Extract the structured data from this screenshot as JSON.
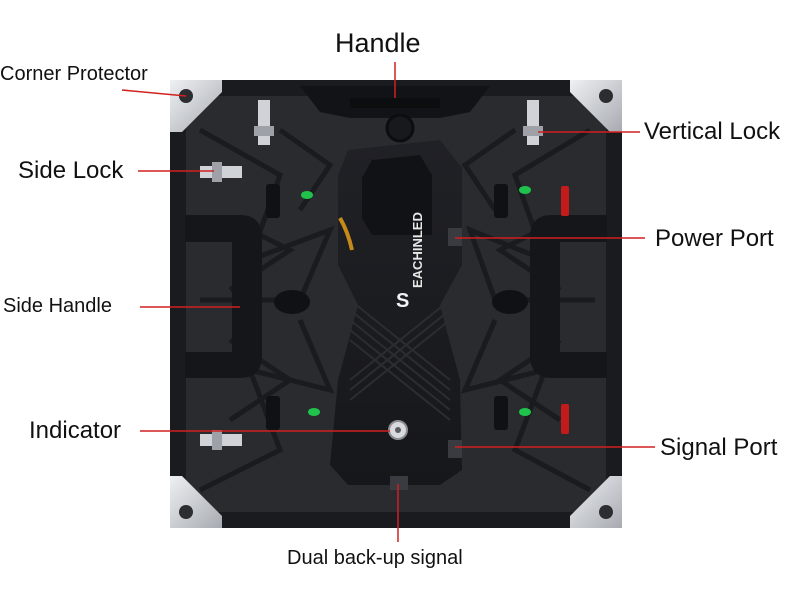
{
  "labels": {
    "handle": "Handle",
    "corner_protector": "Corner Protector",
    "vertical_lock": "Vertical Lock",
    "side_lock": "Side Lock",
    "power_port": "Power Port",
    "side_handle": "Side Handle",
    "indicator": "Indicator",
    "signal_port": "Signal Port",
    "dual_backup_signal": "Dual back-up signal"
  },
  "product": {
    "brand_text": "EACHINLED",
    "logo_letter": "S"
  },
  "colors": {
    "leader_line": "#d12020",
    "cabinet_body": "#1c1d20",
    "cabinet_frame": "#2b2c30",
    "module_panel": "#333438",
    "corner_metal": "#c9ccd1",
    "indicator_green": "#1fc24a",
    "latch_red": "#c41a1a"
  }
}
